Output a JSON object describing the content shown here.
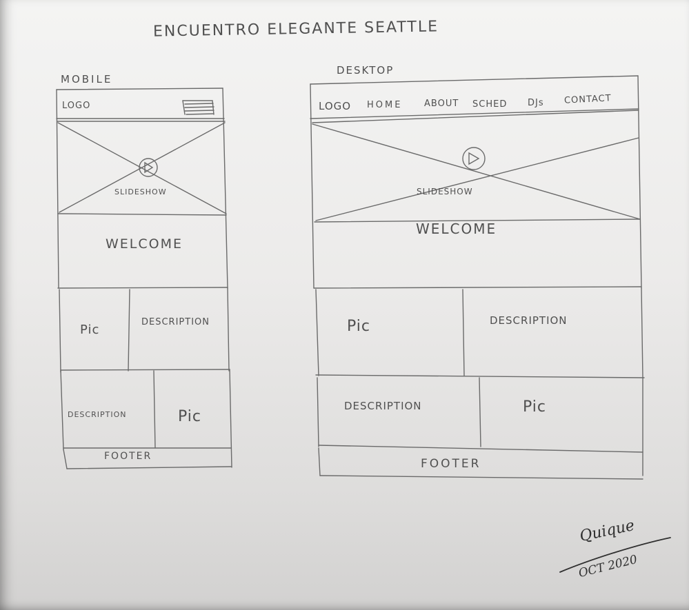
{
  "title": "ENCUENTRO ELEGANTE SEATTLE",
  "mobile": {
    "label": "MOBILE",
    "logo": "LOGO",
    "slideshow": "SLIDESHOW",
    "welcome": "WELCOME",
    "pic_1": "Pic",
    "description_1": "DESCRIPTION",
    "description_2": "DESCRIPTION",
    "pic_2": "Pic",
    "footer": "FOOTER",
    "menu_icon": "hamburger-menu-icon",
    "play_icon": "play-icon"
  },
  "desktop": {
    "label": "DESKTOP",
    "nav": [
      "LOGO",
      "HOME",
      "ABOUT",
      "SCHED",
      "DJs",
      "CONTACT"
    ],
    "slideshow": "SLIDESHOW",
    "welcome": "WELCOME",
    "pic_1": "Pic",
    "description_1": "DESCRIPTION",
    "description_2": "DESCRIPTION",
    "pic_2": "Pic",
    "footer": "FOOTER",
    "play_icon": "play-icon"
  },
  "signature": {
    "name": "Quique",
    "date": "OCT 2020"
  },
  "colors": {
    "paper": "#ecebea",
    "pencil": "#6a6a6a"
  }
}
